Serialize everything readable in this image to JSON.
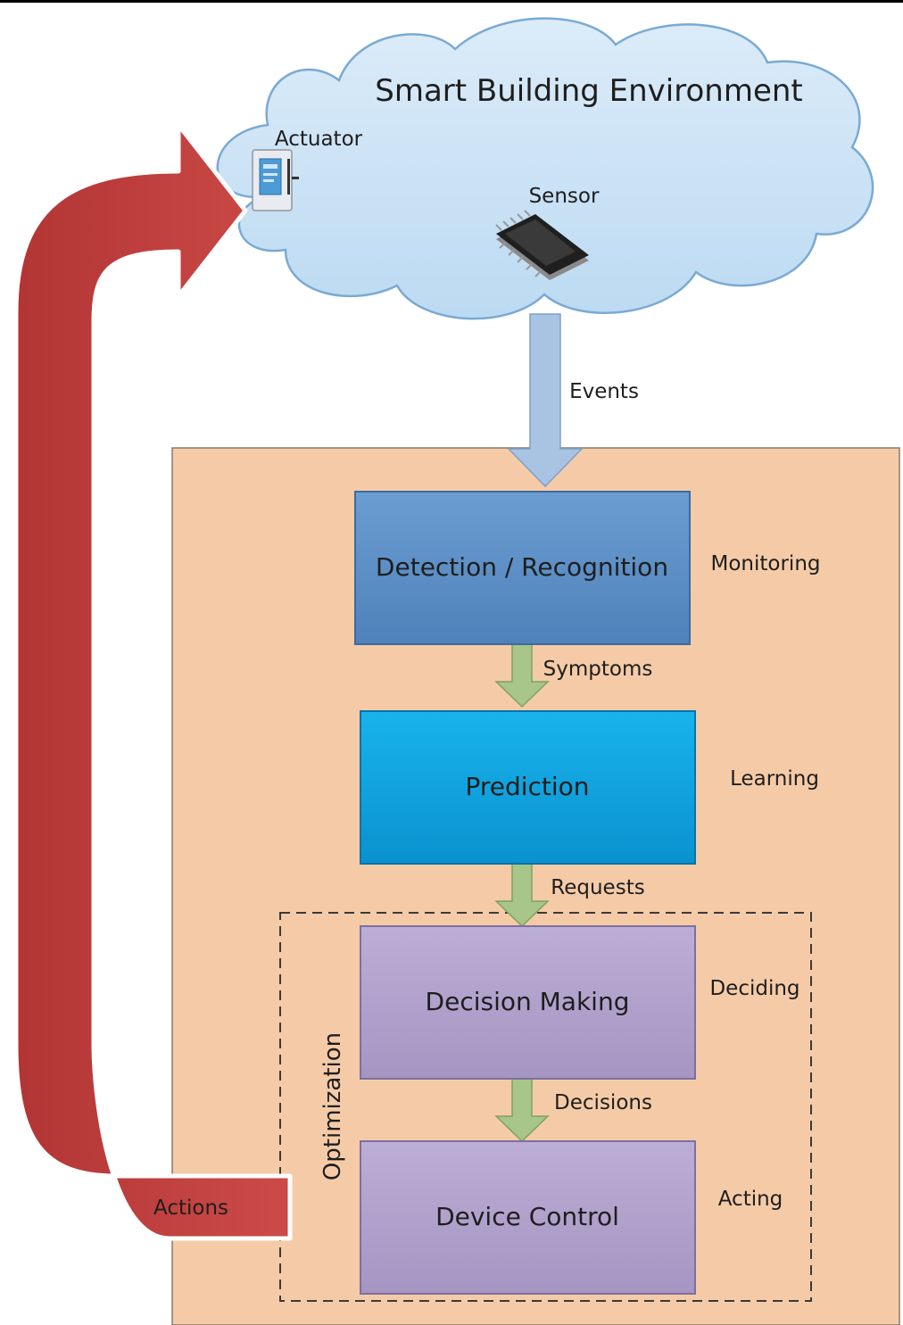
{
  "environment": {
    "title": "Smart Building Environment",
    "actuator_label": "Actuator",
    "sensor_label": "Sensor"
  },
  "flows": {
    "events": "Events",
    "symptoms": "Symptoms",
    "requests": "Requests",
    "decisions": "Decisions",
    "actions": "Actions"
  },
  "stages": [
    {
      "label": "Detection / Recognition",
      "role": "Monitoring"
    },
    {
      "label": "Prediction",
      "role": "Learning"
    },
    {
      "label": "Decision Making",
      "role": "Deciding"
    },
    {
      "label": "Device Control",
      "role": "Acting"
    }
  ],
  "optimization_label": "Optimization",
  "colors": {
    "panel": "#f5cba7",
    "cloud": "#cfe6f6",
    "detection": "#5f93c9",
    "prediction": "#12a5e0",
    "purple": "#b2a2cc",
    "red_arrow": "#c0413f",
    "blue_arrow": "#a9c3e2",
    "green_arrow": "#a8c58a"
  }
}
